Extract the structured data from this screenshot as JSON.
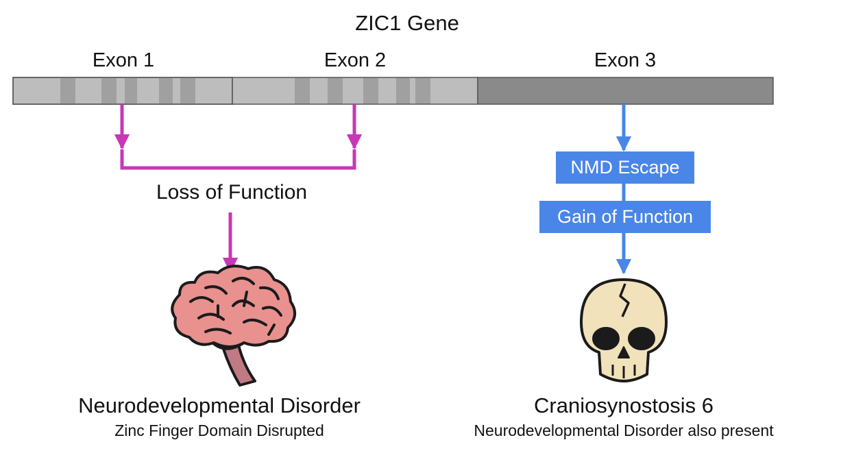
{
  "gene": {
    "title": "ZIC1 Gene",
    "exons": [
      {
        "label": "Exon 1"
      },
      {
        "label": "Exon 2"
      },
      {
        "label": "Exon 3"
      }
    ]
  },
  "pathway_left": {
    "mechanism": "Loss of Function",
    "icon": "brain-icon",
    "outcome_title": "Neurodevelopmental Disorder",
    "outcome_subtitle": "Zinc Finger Domain Disrupted"
  },
  "pathway_right": {
    "steps": [
      {
        "label": "NMD Escape"
      },
      {
        "label": "Gain of Function"
      }
    ],
    "icon": "skull-icon",
    "outcome_title": "Craniosynostosis 6",
    "outcome_subtitle": "Neurodevelopmental Disorder also present"
  },
  "colors": {
    "left_arrow": "#c837b5",
    "right_arrow": "#4a86e8",
    "exon_light": "#bdbdbd",
    "exon_band": "#a0a0a0",
    "exon3": "#8a8a8a",
    "brain": "#e8918f",
    "skull": "#f1e2bb"
  }
}
